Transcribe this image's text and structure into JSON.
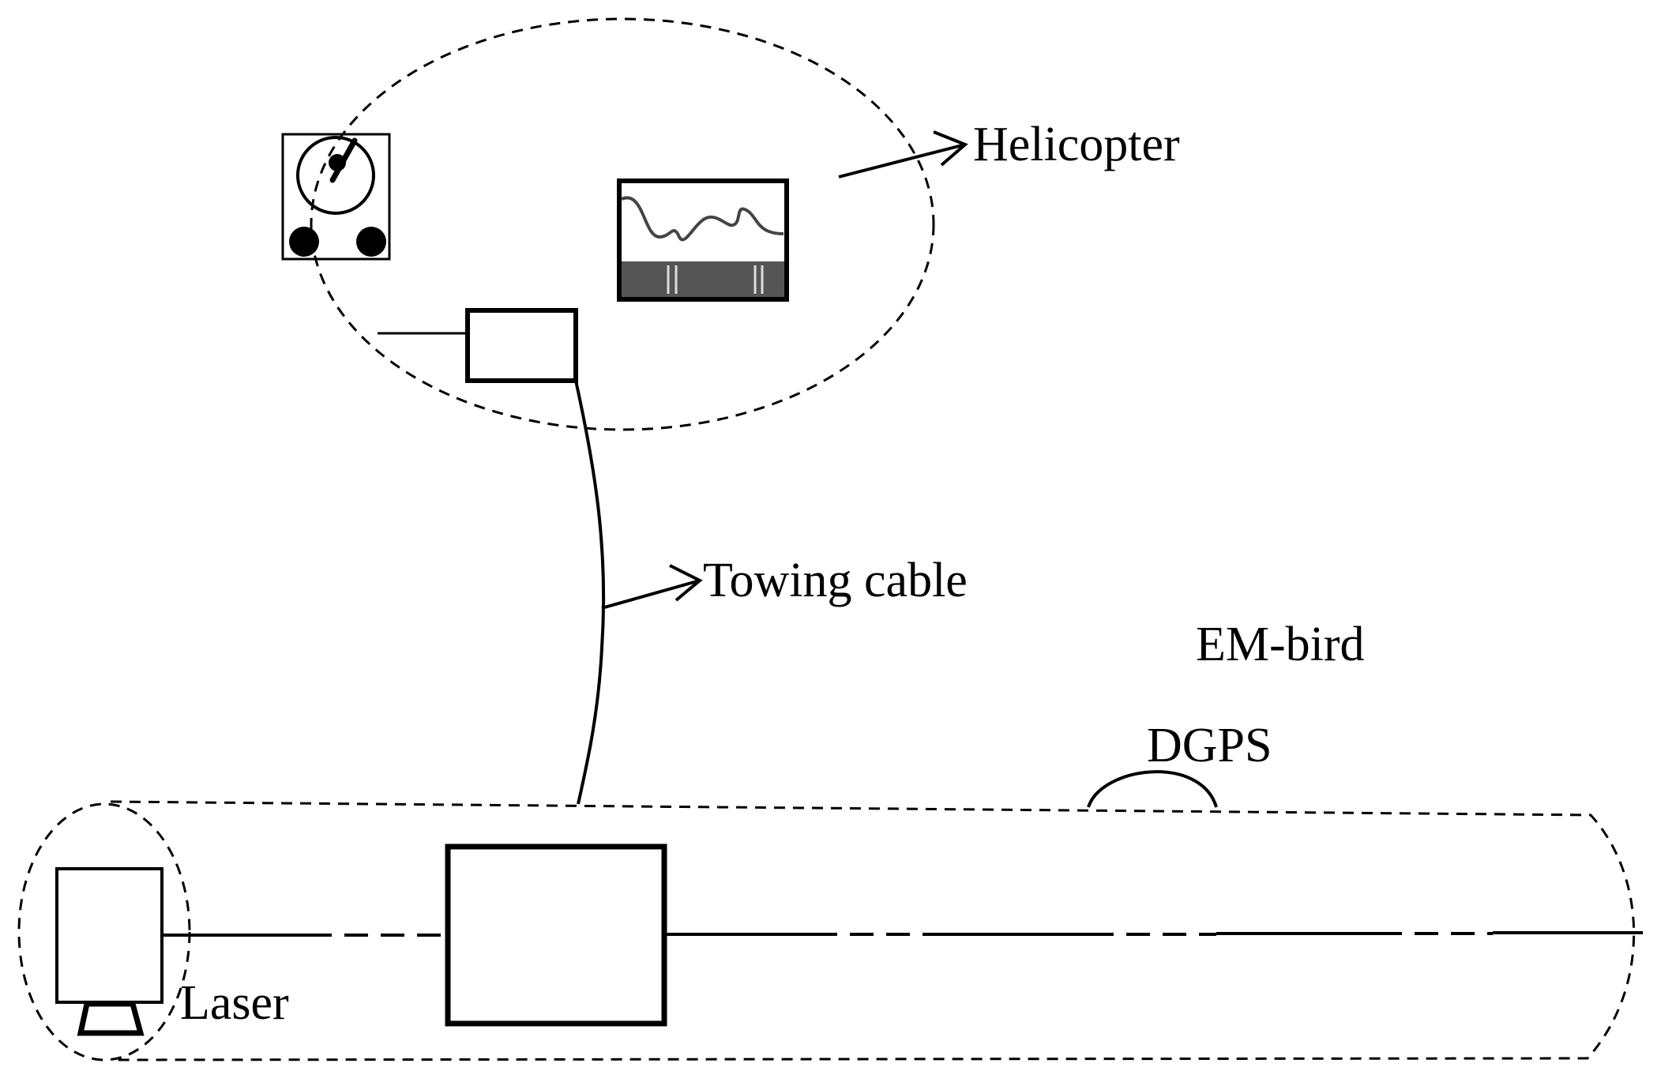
{
  "labels": {
    "helicopter": "Helicopter",
    "towing_cable": "Towing cable",
    "em_bird": "EM-bird",
    "dgps": "DGPS",
    "laser": "Laser"
  },
  "colors": {
    "stroke": "#000000",
    "screen_base": "#555555",
    "screen_trace": "#444444"
  }
}
